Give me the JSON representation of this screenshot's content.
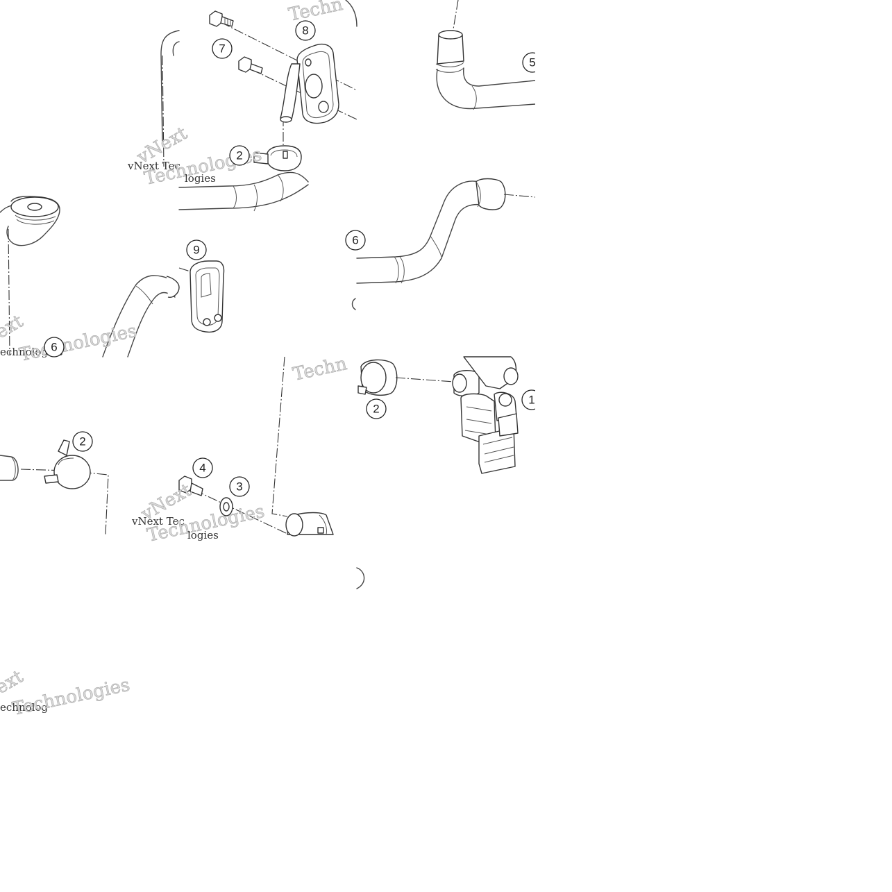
{
  "watermark": {
    "brand_a": "vNext",
    "brand_b": "Technologies",
    "caption_a": "vNext Tec",
    "caption_b": "echnologies",
    "caption_c": "echnolog",
    "caption_d": "logies",
    "frag_a": "Techn",
    "frag_b": "ext"
  },
  "callouts": [
    {
      "id": "c8",
      "label": "8"
    },
    {
      "id": "c7",
      "label": "7"
    },
    {
      "id": "c2a",
      "label": "2"
    },
    {
      "id": "c5",
      "label": "5"
    },
    {
      "id": "c9",
      "label": "9"
    },
    {
      "id": "c6a",
      "label": "6"
    },
    {
      "id": "c6b",
      "label": "6"
    },
    {
      "id": "c2b",
      "label": "2"
    },
    {
      "id": "c1",
      "label": "1"
    },
    {
      "id": "c2c",
      "label": "2"
    },
    {
      "id": "c4",
      "label": "4"
    },
    {
      "id": "c3",
      "label": "3"
    }
  ]
}
